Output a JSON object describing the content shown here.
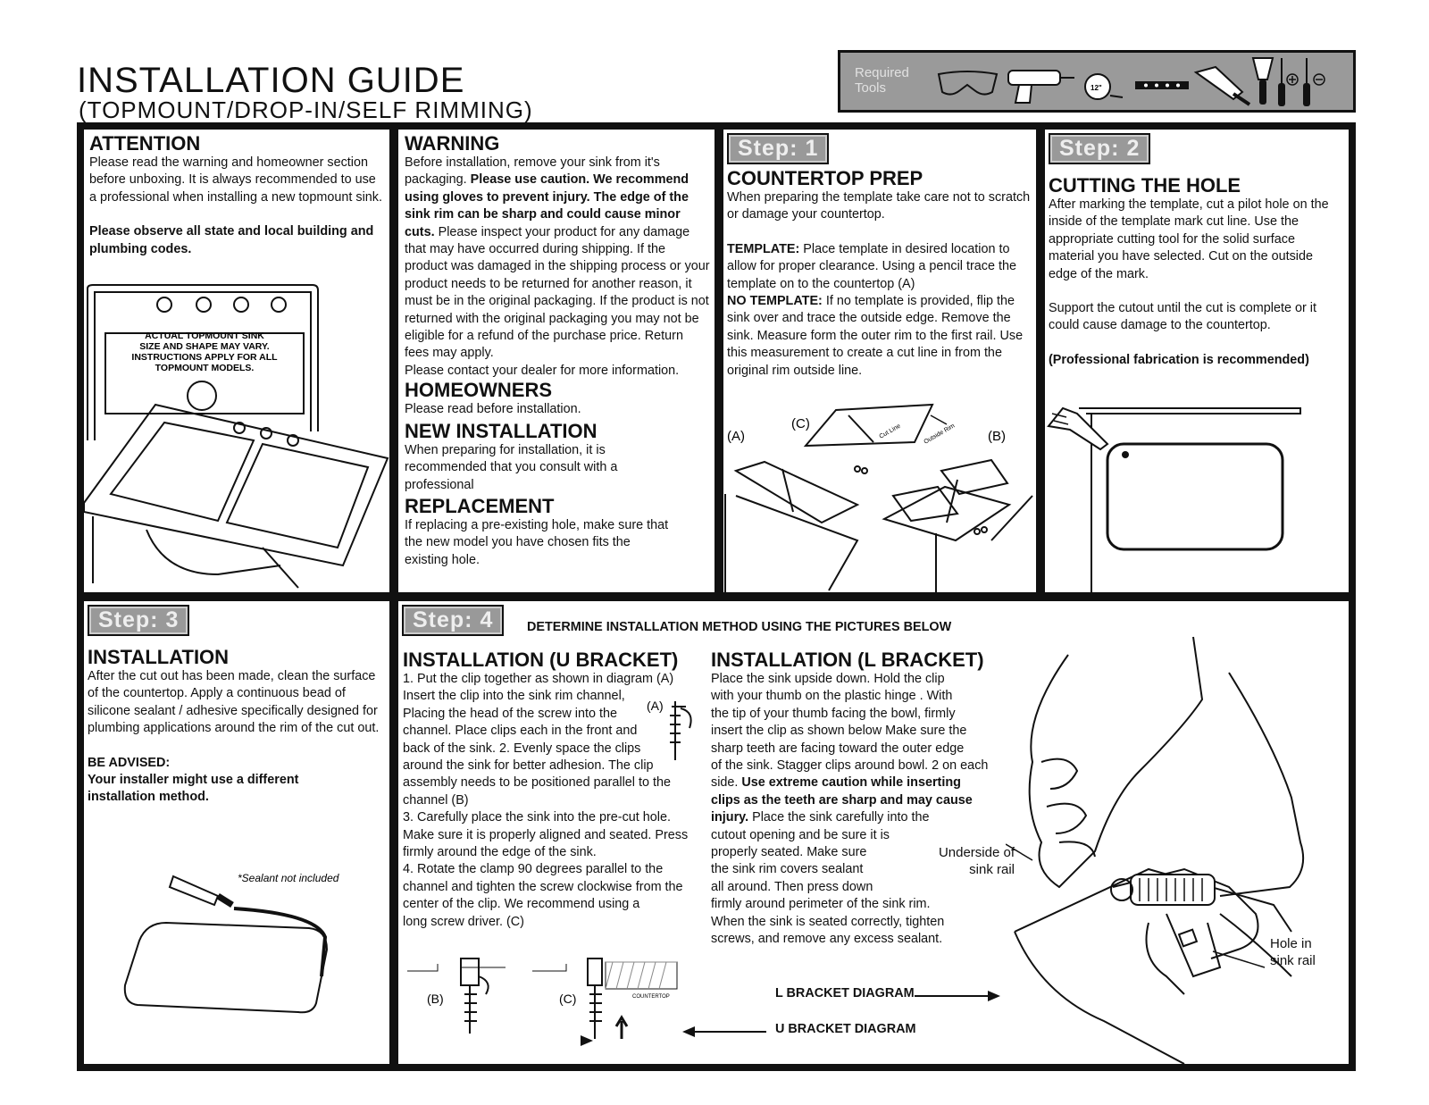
{
  "header": {
    "title": "INSTALLATION GUIDE",
    "subtitle": "(TOPMOUNT/DROP-IN/SELF RIMMING)"
  },
  "tools": {
    "label_line1": "Required",
    "label_line2": "Tools",
    "icons": [
      "safety-glasses-icon",
      "drill-icon",
      "tape-measure-icon",
      "level-icon",
      "caulk-tube-icon",
      "putty-knife-icon",
      "phillips-screwdriver-icon",
      "flathead-screwdriver-icon"
    ],
    "tape_text": "12\""
  },
  "attention": {
    "heading": "ATTENTION",
    "text": "Please read the warning and homeowner section before unboxing. It is always recommended to use a professional when installing a new topmount sink.",
    "bold": "Please observe all state and local building and plumbing codes.",
    "sink_note": "ACTUAL TOPMOUNT SINK SIZE AND SHAPE MAY VARY. INSTRUCTIONS APPLY FOR ALL TOPMOUNT MODELS."
  },
  "warning": {
    "heading": "WARNING",
    "text_a": "Before installation,  remove your sink from it's packaging.",
    "bold": "Please use caution. We recommend using gloves to prevent injury. The edge of the sink rim can be sharp and could cause minor cuts.",
    "text_b": "Please inspect your product for any damage that may have occurred during shipping. If the product was damaged in the shipping process or your product needs to be returned for another reason, it must be in the original packaging. If the product is not returned with the original packaging you may not be eligible for a refund of the purchase price.  Return fees may apply.",
    "text_c": "Please contact your dealer for more information."
  },
  "homeowners": {
    "heading": "HOMEOWNERS",
    "text": "Please read before installation."
  },
  "new_installation": {
    "heading": "NEW INSTALLATION",
    "text": "When preparing for installation, it is recommended that you consult with a professional"
  },
  "replacement": {
    "heading": "REPLACEMENT",
    "text": "If replacing a pre-existing hole, make sure that the new model you have chosen fits the existing hole."
  },
  "step1": {
    "badge": "Step: 1",
    "heading": "COUNTERTOP PREP",
    "intro": "When preparing the template take care not to scratch or damage your countertop.",
    "template_label": "TEMPLATE:",
    "template_text": " Place template in desired location to allow for proper clearance. Using a pencil trace the template  on to the countertop (A)",
    "notemplate_label": "NO TEMPLATE:",
    "notemplate_text": " If no template is provided, flip the sink over and trace the outside edge. Remove the sink. Measure form the outer rim to the first rail. Use this measurement to create a cut line in from the original rim outside line.",
    "label_a": "(A)",
    "label_b": "(B)",
    "label_c": "(C)",
    "cut_line": "Cut Line",
    "outside_rim": "Outside Rim"
  },
  "step2": {
    "badge": "Step: 2",
    "heading": "CUTTING THE HOLE",
    "text_a": "After marking the template, cut a pilot hole on the inside of the template mark cut line. Use the appropriate cutting tool for the solid surface material you have selected. Cut on the outside edge of the mark.",
    "text_b": "Support the cutout until the cut is complete or it could cause damage to the countertop.",
    "bold": "(Professional fabrication is recommended)"
  },
  "step3": {
    "badge": "Step: 3",
    "heading": "INSTALLATION",
    "text": "After the cut out has been made, clean the surface of the countertop. Apply a continuous bead of silicone sealant / adhesive specifically designed for plumbing applications around the rim of the cut out.",
    "advised_label": "BE ADVISED:",
    "advised_text": "Your installer might use a different installation method.",
    "sealant_note": "*Sealant not included"
  },
  "step4": {
    "badge": "Step: 4",
    "determine": "DETERMINE INSTALLATION METHOD USING THE PICTURES BELOW",
    "u_heading": "INSTALLATION (U BRACKET)",
    "u_lines": [
      "1. Put the clip together as shown in diagram (A)",
      "Insert the clip into the sink rim channel,",
      "Placing the head of the screw into the",
      "channel. Place clips each in the front and",
      "back of the sink. 2.  Evenly space the clips",
      "around the sink for better adhesion. The clip",
      "assembly needs to be positioned parallel to the",
      "channel (B)",
      "3. Carefully place the sink into the pre-cut hole.",
      "Make sure it is properly aligned and seated. Press",
      "firmly around the edge of the sink.",
      "4. Rotate the clamp 90 degrees parallel to the",
      "channel and tighten the screw clockwise from the",
      "center of the clip. We recommend using a",
      "long screw driver. (C)"
    ],
    "label_a": "(A)",
    "label_b": "(B)",
    "label_c": "(C)",
    "countertop": "COUNTERTOP",
    "l_heading": "INSTALLATION (L BRACKET)",
    "l_lines": [
      "Place the sink upside down. Hold the clip",
      "with your thumb on the plastic hinge . With",
      "the tip of your thumb facing the bowl, firmly",
      "insert the clip as shown below Make sure the",
      "sharp teeth are facing toward the outer edge",
      "of the sink. Stagger clips around bowl. 2 on each"
    ],
    "l_line7": "side. ",
    "l_bold": [
      "Use extreme caution while inserting",
      "clips as the teeth are sharp and may cause",
      "injury."
    ],
    "l_line10": " Place the sink carefully into the",
    "l_rest": [
      "cutout opening and be sure it is",
      "properly seated. Make sure",
      "the sink rim covers sealant",
      "all around. Then press down",
      "firmly around perimeter of the sink rim.",
      "When the sink is seated correctly, tighten",
      "screws, and remove any excess sealant."
    ],
    "l_diagram": "L BRACKET DIAGRAM",
    "u_diagram": "U BRACKET DIAGRAM",
    "underside_1": "Underside of",
    "underside_2": "sink rail",
    "hole_1": "Hole in",
    "hole_2": "sink rail"
  }
}
